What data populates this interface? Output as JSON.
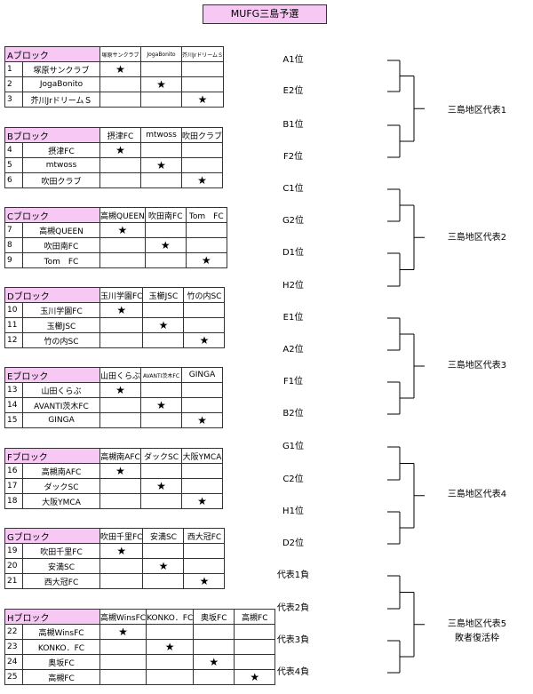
{
  "title": "MUFG三島予選",
  "star": "★",
  "blocks": [
    {
      "name": "Aブロック",
      "small": true,
      "headers": [
        "塚原サンクラブ",
        "JogaBonito",
        "芥川JrドリームＳ"
      ],
      "teams": [
        {
          "num": "1",
          "name": "塚原サンクラブ"
        },
        {
          "num": "2",
          "name": "JogaBonito"
        },
        {
          "num": "3",
          "name": "芥川JrドリームＳ"
        }
      ]
    },
    {
      "name": "Bブロック",
      "small": false,
      "headers": [
        "摂津FC",
        "mtwoss",
        "吹田クラブ"
      ],
      "teams": [
        {
          "num": "4",
          "name": "摂津FC"
        },
        {
          "num": "5",
          "name": "mtwoss"
        },
        {
          "num": "6",
          "name": "吹田クラブ"
        }
      ]
    },
    {
      "name": "Cブロック",
      "small": false,
      "headers": [
        "高槻QUEEN",
        "吹田南FC",
        "Tom　FC"
      ],
      "teams": [
        {
          "num": "7",
          "name": "高槻QUEEN"
        },
        {
          "num": "8",
          "name": "吹田南FC"
        },
        {
          "num": "9",
          "name": "Tom　FC"
        }
      ]
    },
    {
      "name": "Dブロック",
      "small": false,
      "headers": [
        "玉川学園FC",
        "玉櫛JSC",
        "竹の内SC"
      ],
      "teams": [
        {
          "num": "10",
          "name": "玉川学園FC"
        },
        {
          "num": "11",
          "name": "玉櫛JSC"
        },
        {
          "num": "12",
          "name": "竹の内SC"
        }
      ]
    },
    {
      "name": "Eブロック",
      "small": false,
      "headers": [
        "山田くらぶ",
        "AVANTI茨木FC",
        "GINGA"
      ],
      "teams": [
        {
          "num": "13",
          "name": "山田くらぶ"
        },
        {
          "num": "14",
          "name": "AVANTI茨木FC"
        },
        {
          "num": "15",
          "name": "GINGA"
        }
      ]
    },
    {
      "name": "Fブロック",
      "small": false,
      "headers": [
        "高槻南AFC",
        "ダックSC",
        "大阪YMCA"
      ],
      "teams": [
        {
          "num": "16",
          "name": "高槻南AFC"
        },
        {
          "num": "17",
          "name": "ダックSC"
        },
        {
          "num": "18",
          "name": "大阪YMCA"
        }
      ]
    },
    {
      "name": "Gブロック",
      "small": false,
      "headers": [
        "吹田千里FC",
        "安満SC",
        "西大冠FC"
      ],
      "teams": [
        {
          "num": "19",
          "name": "吹田千里FC"
        },
        {
          "num": "20",
          "name": "安満SC"
        },
        {
          "num": "21",
          "name": "西大冠FC"
        }
      ]
    },
    {
      "name": "Hブロック",
      "small": false,
      "headers": [
        "高槻WinsFC",
        "KONKO．FC",
        "奥坂FC",
        "高槻FC"
      ],
      "teams": [
        {
          "num": "22",
          "name": "高槻WinsFC"
        },
        {
          "num": "23",
          "name": "KONKO．FC"
        },
        {
          "num": "24",
          "name": "奥坂FC"
        },
        {
          "num": "25",
          "name": "高槻FC"
        }
      ]
    }
  ],
  "bracket": {
    "slots": [
      "A1位",
      "E2位",
      "B1位",
      "F2位",
      "C1位",
      "G2位",
      "D1位",
      "H2位",
      "E1位",
      "A2位",
      "F1位",
      "B2位",
      "G1位",
      "C2位",
      "H1位",
      "D2位",
      "代表1負",
      "代表2負",
      "代表3負",
      "代表4負"
    ],
    "representatives": [
      {
        "lines": [
          "三島地区代表1"
        ]
      },
      {
        "lines": [
          "三島地区代表2"
        ]
      },
      {
        "lines": [
          "三島地区代表3"
        ]
      },
      {
        "lines": [
          "三島地区代表4"
        ]
      },
      {
        "lines": [
          "三島地区代表5",
          "敗者復活枠"
        ]
      }
    ]
  }
}
